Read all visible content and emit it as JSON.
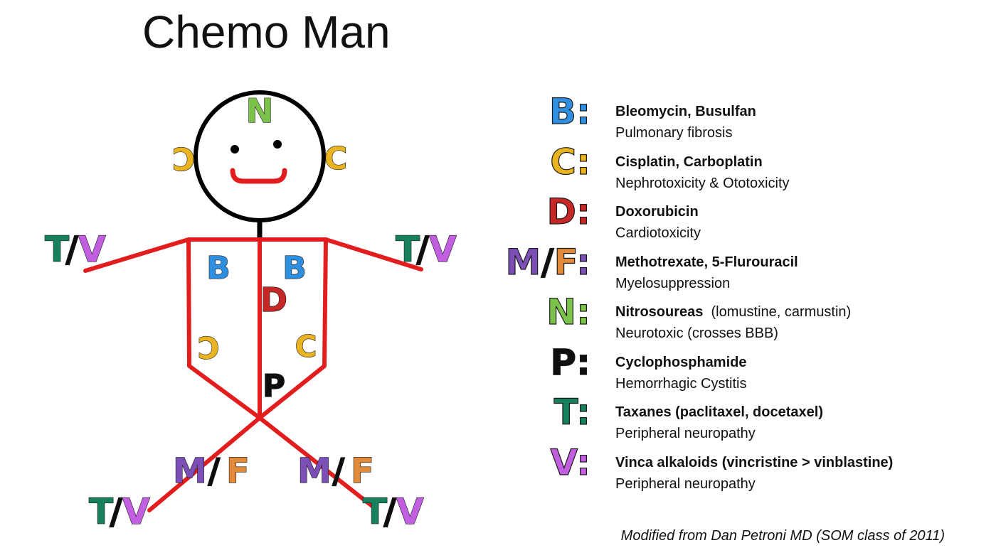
{
  "title": "Chemo Man",
  "colors": {
    "body": "#e11d1d",
    "head": "#000000",
    "B": "#2e8fe0",
    "C": "#e9b321",
    "D": "#c62828",
    "M": "#7b4fb5",
    "F": "#e08a3a",
    "N": "#7cc24a",
    "P": "#0e0e0e",
    "T": "#17805f",
    "V": "#c25fe0"
  },
  "figure_labels": {
    "head_n": "N",
    "ear_left": "C",
    "ear_right": "C",
    "lung_left": "B",
    "lung_right": "B",
    "heart": "D",
    "kidney_left": "C",
    "kidney_right": "C",
    "bladder": "P",
    "hand_left_t": "T",
    "hand_left_v": "V",
    "hand_right_t": "T",
    "hand_right_v": "V",
    "knee_left_m": "M",
    "knee_left_f": "F",
    "knee_right_m": "M",
    "knee_right_f": "F",
    "foot_left_t": "T",
    "foot_left_v": "V",
    "foot_right_t": "T",
    "foot_right_v": "V",
    "slash": "/"
  },
  "legend": [
    {
      "key": "B:",
      "drug": "Bleomycin, Busulfan",
      "note": "",
      "effect": "Pulmonary fibrosis"
    },
    {
      "key": "C:",
      "drug": "Cisplatin, Carboplatin",
      "note": "",
      "effect": "Nephrotoxicity & Ototoxicity"
    },
    {
      "key": "D:",
      "drug": "Doxorubicin",
      "note": "",
      "effect": "Cardiotoxicity"
    },
    {
      "key_a": "M",
      "key_sep": "/",
      "key_b": "F",
      "key_end": ":",
      "drug": "Methotrexate, 5-Flurouracil",
      "note": "",
      "effect": "Myelosuppression"
    },
    {
      "key": "N:",
      "drug": "Nitrosoureas",
      "note": "(lomustine, carmustin)",
      "effect": "Neurotoxic (crosses BBB)"
    },
    {
      "key": "P:",
      "drug": "Cyclophosphamide",
      "note": "",
      "effect": "Hemorrhagic Cystitis"
    },
    {
      "key": "T:",
      "drug": "Taxanes (paclitaxel, docetaxel)",
      "note": "",
      "effect": "Peripheral neuropathy"
    },
    {
      "key": "V:",
      "drug": "Vinca alkaloids (vincristine > vinblastine)",
      "note": "",
      "effect": "Peripheral neuropathy"
    }
  ],
  "credit": "Modified from Dan Petroni MD (SOM class of 2011)"
}
